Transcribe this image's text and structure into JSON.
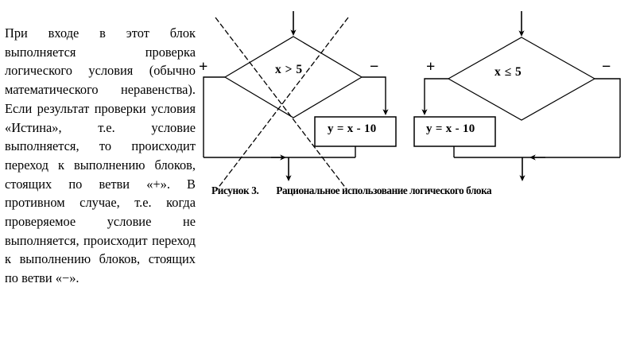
{
  "slide": {
    "background_color": "#ffffff",
    "line_color": "#000000"
  },
  "explanation": {
    "text": "При входе в этот блок выполняется проверка логического условия (обычно математического неравенства). Если результат проверки условия «Истина», т.е. условие выполняется, то происходит переход к выполнению блоков, стоящих по ветви «+». В противном случае, т.е. когда проверяемое условие не выполняется, происходит переход к выполнению блоков, стоящих по ветви «−»."
  },
  "diagrams": {
    "left": {
      "name": "inefficient-variant",
      "crossed_out": true,
      "condition": "x > 5",
      "branch_plus_label": "+",
      "branch_minus_label": "−",
      "process_box": "y = x - 10",
      "process_on_branch": "minus"
    },
    "right": {
      "name": "rational-variant",
      "crossed_out": false,
      "condition": "x ≤ 5",
      "branch_plus_label": "+",
      "branch_minus_label": "−",
      "process_box": "y = x - 10",
      "process_on_branch": "plus"
    }
  },
  "caption": {
    "number": "Рисунок 3.",
    "text": "Рациональное использование логического блока"
  }
}
